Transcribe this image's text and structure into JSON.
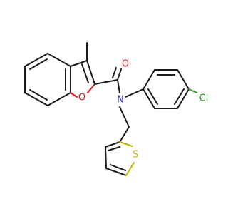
{
  "molecule": {
    "atoms": {
      "carbonyl_oxygen": "O",
      "amide_nitrogen": "N",
      "furan_oxygen": "O",
      "chlorine": "Cl",
      "thiophene_sulfur": "S"
    },
    "colors": {
      "carbon_bond": "#1a1a1a",
      "oxygen": "#e01414",
      "nitrogen": "#2a2ad6",
      "sulfur": "#c8b400",
      "chlorine": "#1ea01e"
    }
  }
}
